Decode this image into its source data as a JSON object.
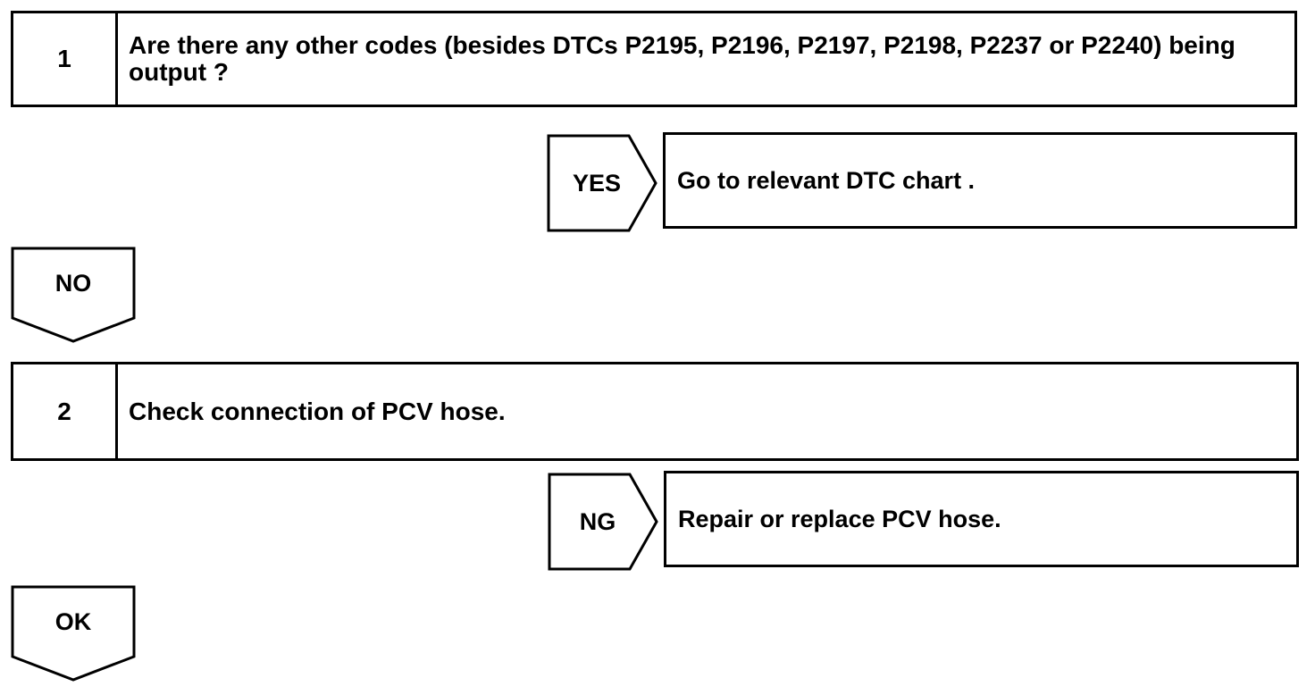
{
  "steps": [
    {
      "number": "1",
      "text": "Are there any other codes (besides DTCs P2195, P2196, P2197, P2198, P2237 or P2240) being output ?",
      "branch": {
        "label": "YES",
        "result": "Go to relevant DTC chart ."
      },
      "continue_label": "NO"
    },
    {
      "number": "2",
      "text": "Check connection of PCV hose.",
      "branch": {
        "label": "NG",
        "result": "Repair or replace PCV hose."
      },
      "continue_label": "OK"
    }
  ]
}
